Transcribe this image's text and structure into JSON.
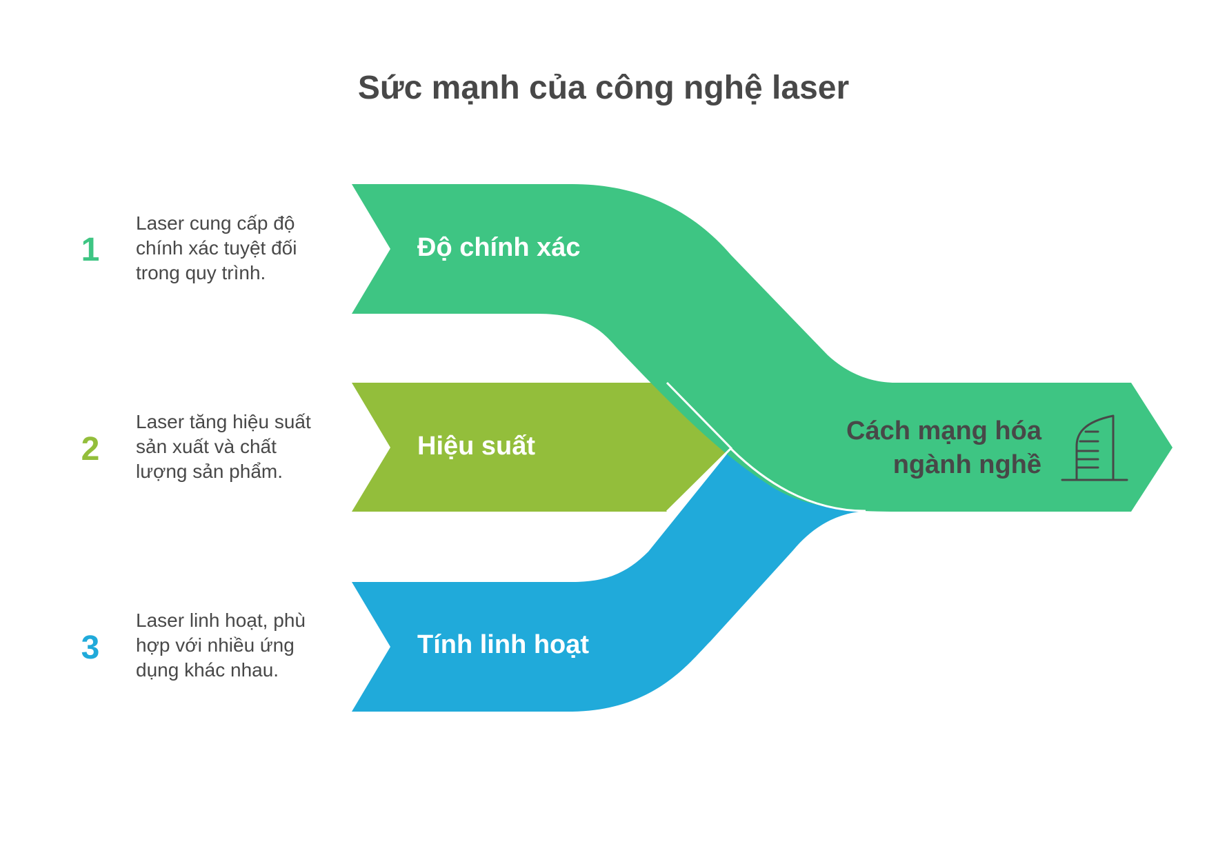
{
  "title": "Sức mạnh của công nghệ laser",
  "items": [
    {
      "number": "1",
      "label": "Độ chính xác",
      "description": [
        "Laser cung cấp độ",
        "chính xác tuyệt đối",
        "trong quy trình."
      ],
      "color": "#3EC583"
    },
    {
      "number": "2",
      "label": "Hiệu suất",
      "description": [
        "Laser tăng hiệu suất",
        "sản xuất và chất",
        "lượng sản phẩm."
      ],
      "color": "#93BE3B"
    },
    {
      "number": "3",
      "label": "Tính linh hoạt",
      "description": [
        "Laser linh hoạt, phù",
        "hợp với nhiều ứng",
        "dụng khác nhau."
      ],
      "color": "#20AADA"
    }
  ],
  "result": {
    "label_lines": [
      "Cách mạng hóa",
      "ngành nghề"
    ],
    "color": "#3EC583",
    "text_color": "#484848",
    "icon": "building-icon"
  }
}
